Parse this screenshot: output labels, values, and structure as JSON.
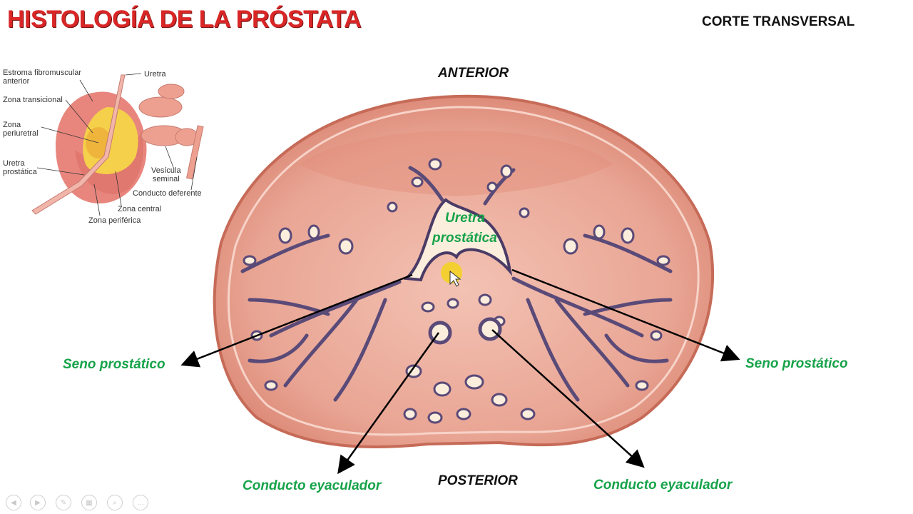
{
  "header": {
    "title": "HISTOLOGÍA DE LA PRÓSTATA",
    "section": "CORTE TRANSVERSAL"
  },
  "orientation": {
    "anterior": "ANTERIOR",
    "posterior": "POSTERIOR"
  },
  "labels": {
    "uretra_line1": "Uretra",
    "uretra_line2": "prostática",
    "seno_left": "Seno prostático",
    "seno_right": "Seno prostático",
    "conducto_left": "Conducto eyaculador",
    "conducto_right": "Conducto eyaculador"
  },
  "inset": {
    "estroma_line1": "Estroma fibromuscular",
    "estroma_line2": "anterior",
    "uretra": "Uretra",
    "zona_transicional": "Zona transicional",
    "zona_line1": "Zona",
    "zona_line2": "periuretral",
    "uretra_prost_line1": "Uretra",
    "uretra_prost_line2": "prostática",
    "vesicula_line1": "Vesícula",
    "vesicula_line2": "seminal",
    "conducto_deferente": "Conducto deferente",
    "zona_central": "Zona central",
    "zona_periferica": "Zona periférica"
  },
  "colors": {
    "title": "#d92626",
    "label_green": "#17a34a",
    "tissue": "#eaa08e",
    "gland": "#5a4a78"
  },
  "toolbar": [
    "prev-icon",
    "next-icon",
    "pen-icon",
    "slides-icon",
    "zoom-icon",
    "more-icon"
  ]
}
